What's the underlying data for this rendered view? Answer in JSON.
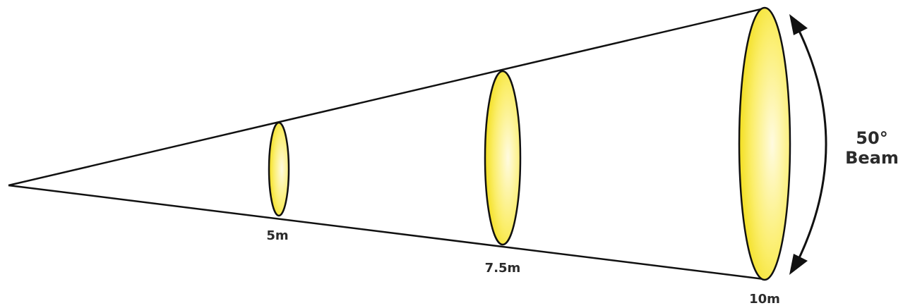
{
  "diagram": {
    "beam": {
      "angle_label": "50°",
      "beam_label": "Beam"
    },
    "distances": [
      {
        "label": "5m"
      },
      {
        "label": "7.5m"
      },
      {
        "label": "10m"
      }
    ],
    "colors": {
      "outline": "#111111",
      "fill_center": "#fff9c4",
      "fill_edge": "#f3e000"
    }
  }
}
